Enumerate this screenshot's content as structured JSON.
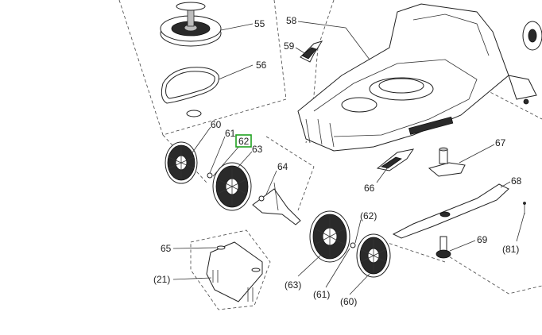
{
  "labels": {
    "l55": "55",
    "l56": "56",
    "l58": "58",
    "l59": "59",
    "l60": "60",
    "l61": "61",
    "l62": "62",
    "l63": "63",
    "l64": "64",
    "l65": "65",
    "l66": "66",
    "l67": "67",
    "l68": "68",
    "l69": "69",
    "l21p": "(21)",
    "l60p": "(60)",
    "l61p": "(61)",
    "l62p": "(62)",
    "l63p": "(63)",
    "l81p": "(81)"
  },
  "colors": {
    "highlight": "#1fa21f",
    "line": "#333333",
    "part_dark": "#2a2a2a"
  }
}
